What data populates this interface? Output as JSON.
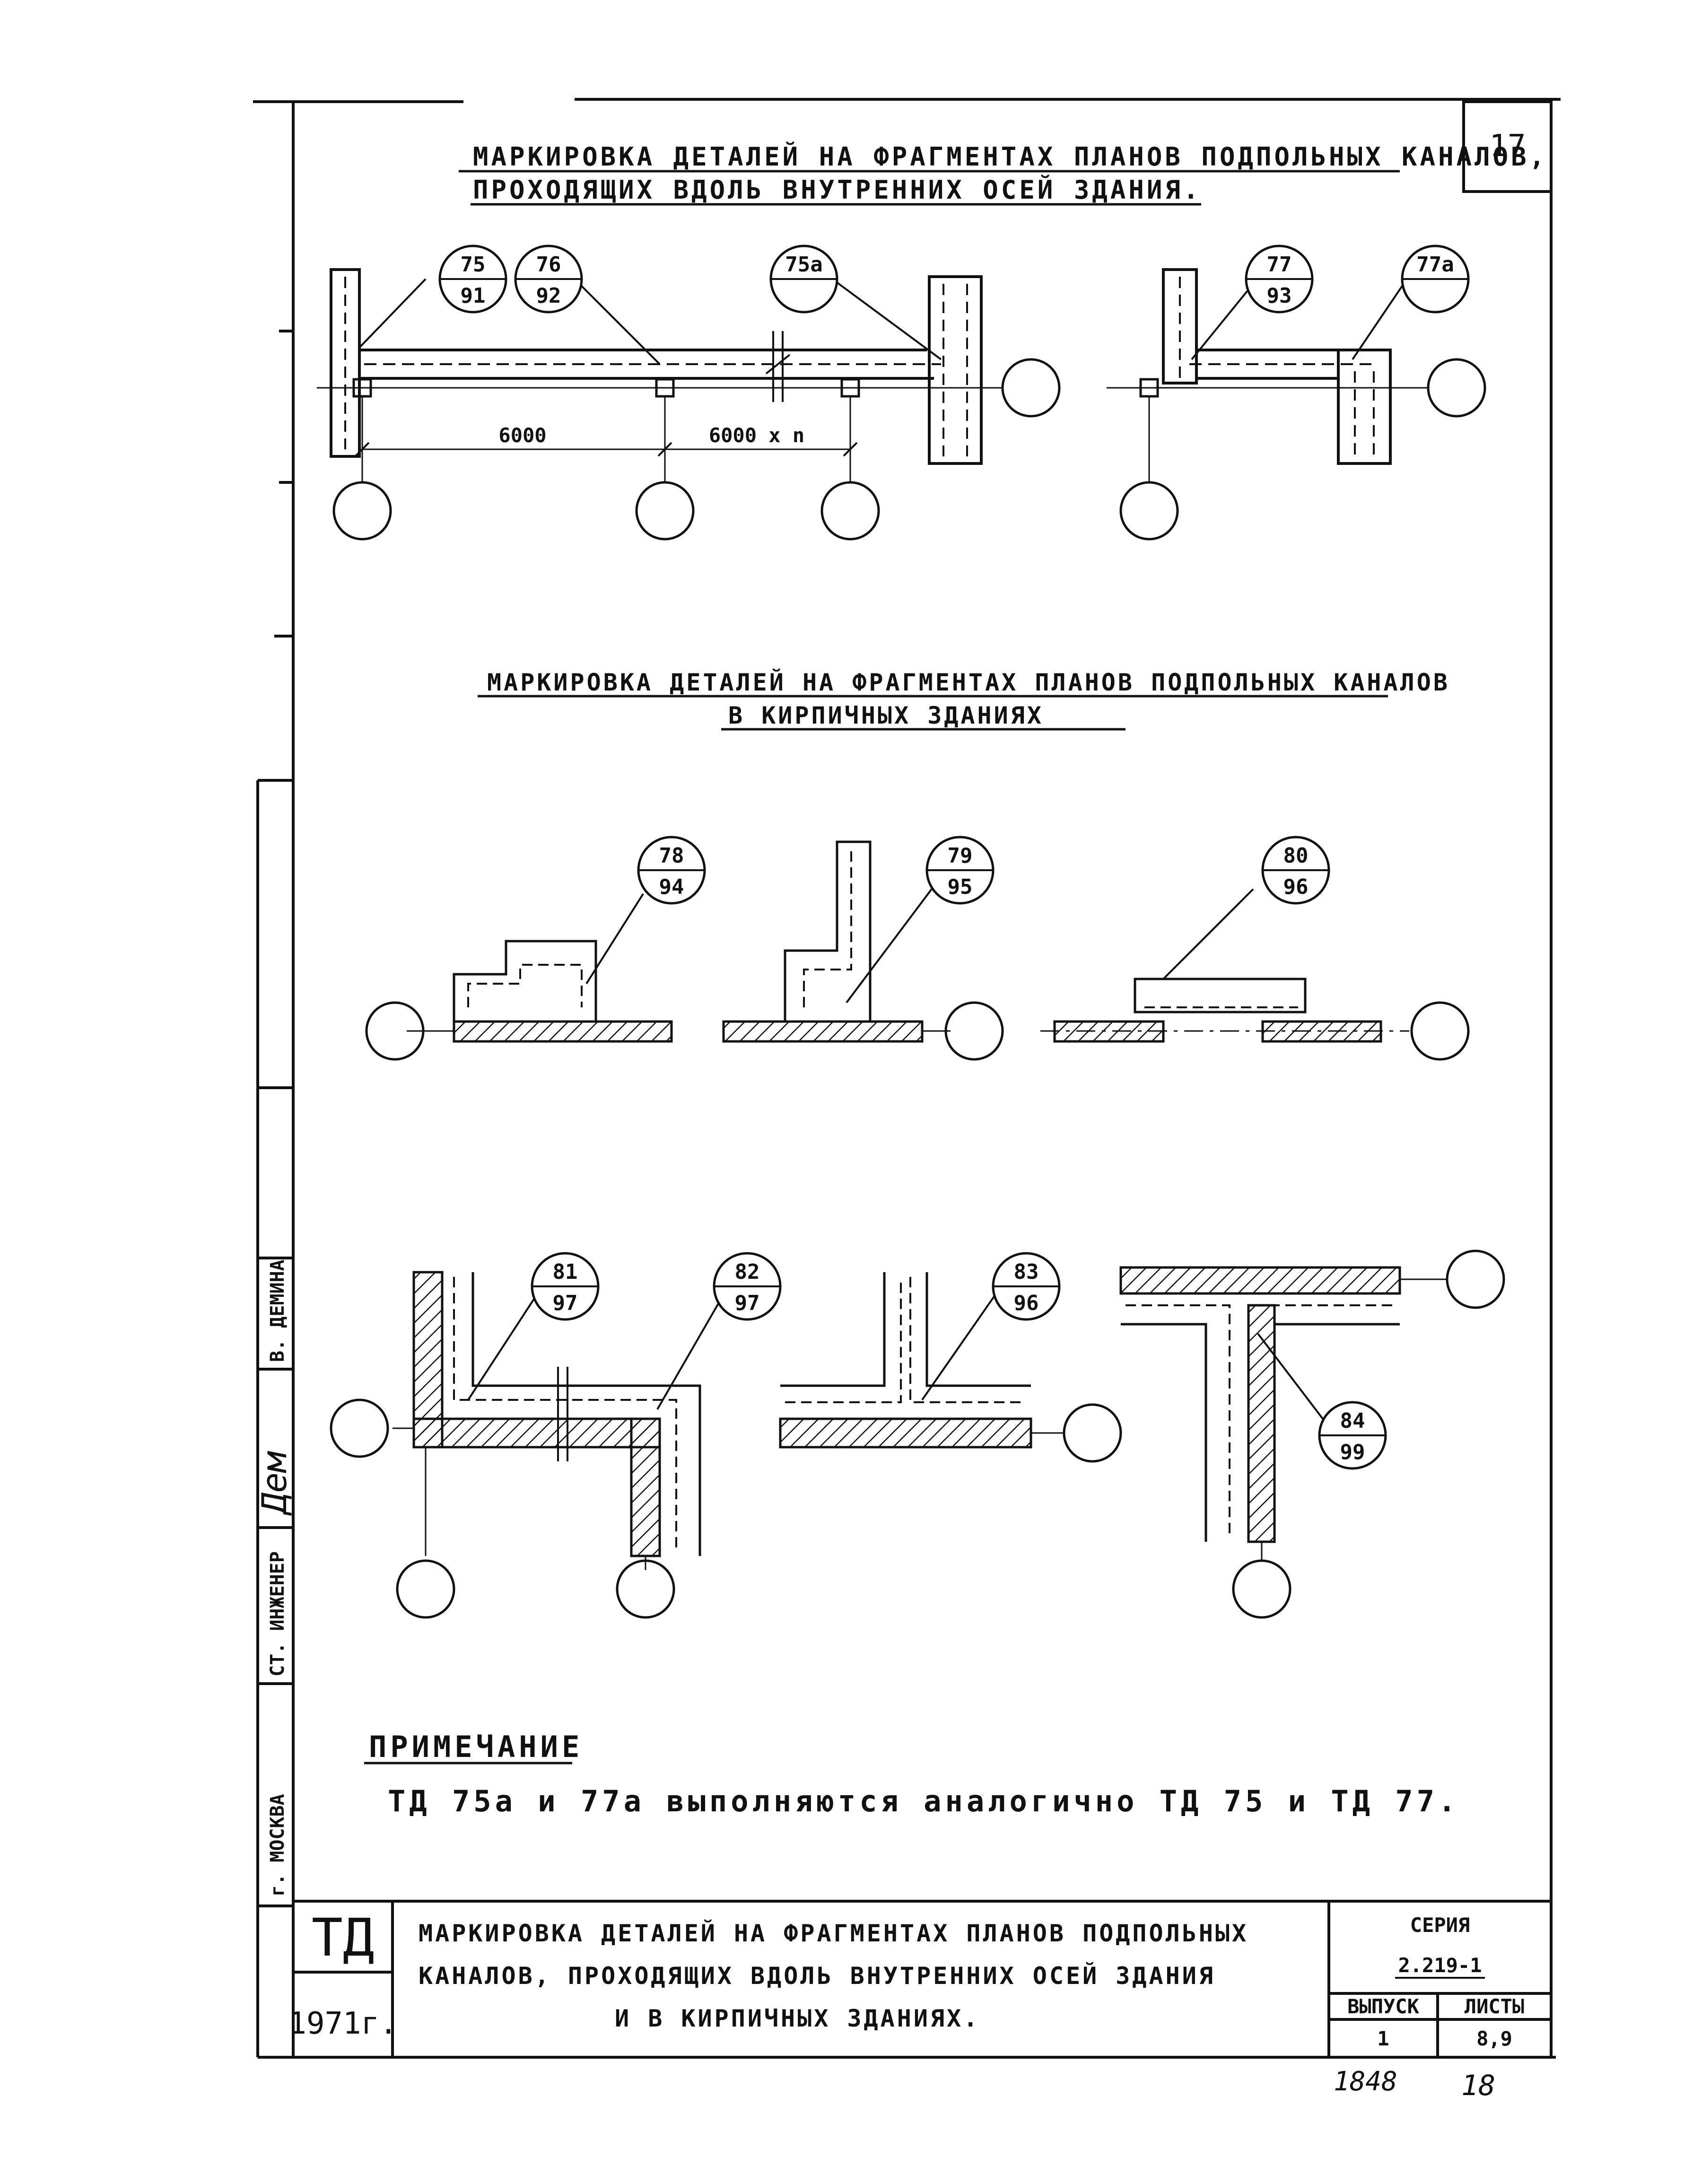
{
  "sheet_number": "17",
  "section1": {
    "title_line1": "МАРКИРОВКА ДЕТАЛЕЙ НА ФРАГМЕНТАХ ПЛАНОВ ПОДПОЛЬНЫХ КАНАЛОВ,",
    "title_line2": "ПРОХОДЯЩИХ ВДОЛЬ ВНУТРЕННИХ ОСЕЙ ЗДАНИЯ."
  },
  "section2": {
    "title_line1": "МАРКИРОВКА ДЕТАЛЕЙ НА ФРАГМЕНТАХ ПЛАНОВ ПОДПОЛЬНЫХ КАНАЛОВ",
    "title_line2": "В КИРПИЧНЫХ ЗДАНИЯХ"
  },
  "callouts": [
    {
      "top": "75",
      "bottom": "91"
    },
    {
      "top": "76",
      "bottom": "92"
    },
    {
      "top": "75а",
      "bottom": ""
    },
    {
      "top": "77",
      "bottom": "93"
    },
    {
      "top": "77а",
      "bottom": ""
    },
    {
      "top": "78",
      "bottom": "94"
    },
    {
      "top": "79",
      "bottom": "95"
    },
    {
      "top": "80",
      "bottom": "96"
    },
    {
      "top": "81",
      "bottom": "97"
    },
    {
      "top": "82",
      "bottom": "97"
    },
    {
      "top": "83",
      "bottom": "96"
    },
    {
      "top": "84",
      "bottom": "99"
    }
  ],
  "dimensions": {
    "span1": "6000",
    "span2": "6000 x n"
  },
  "note": {
    "heading": "ПРИМЕЧАНИЕ",
    "text": "ТД 75а и 77а выполняются аналогично ТД 75 и ТД 77."
  },
  "side_stamp": {
    "city": "г. МОСКВА",
    "role": "СТ. ИНЖЕНЕР",
    "name": "В. ДЕМИНА"
  },
  "title_block": {
    "code": "ТД",
    "year": "1971г.",
    "title_line1": "МАРКИРОВКА ДЕТАЛЕЙ НА ФРАГМЕНТАХ ПЛАНОВ ПОДПОЛЬНЫХ",
    "title_line2": "КАНАЛОВ, ПРОХОДЯЩИХ ВДОЛЬ ВНУТРЕННИХ ОСЕЙ ЗДАНИЯ",
    "title_line3": "И В КИРПИЧНЫХ ЗДАНИЯХ.",
    "series_label": "СЕРИЯ",
    "series_value": "2.219-1",
    "issue_label": "ВЫПУСК",
    "issue_value": "1",
    "sheets_label": "ЛИСТЫ",
    "sheets_value": "8,9"
  },
  "footer_handwritten": {
    "left": "1848",
    "right": "18"
  },
  "signature_glyph": "Дем"
}
